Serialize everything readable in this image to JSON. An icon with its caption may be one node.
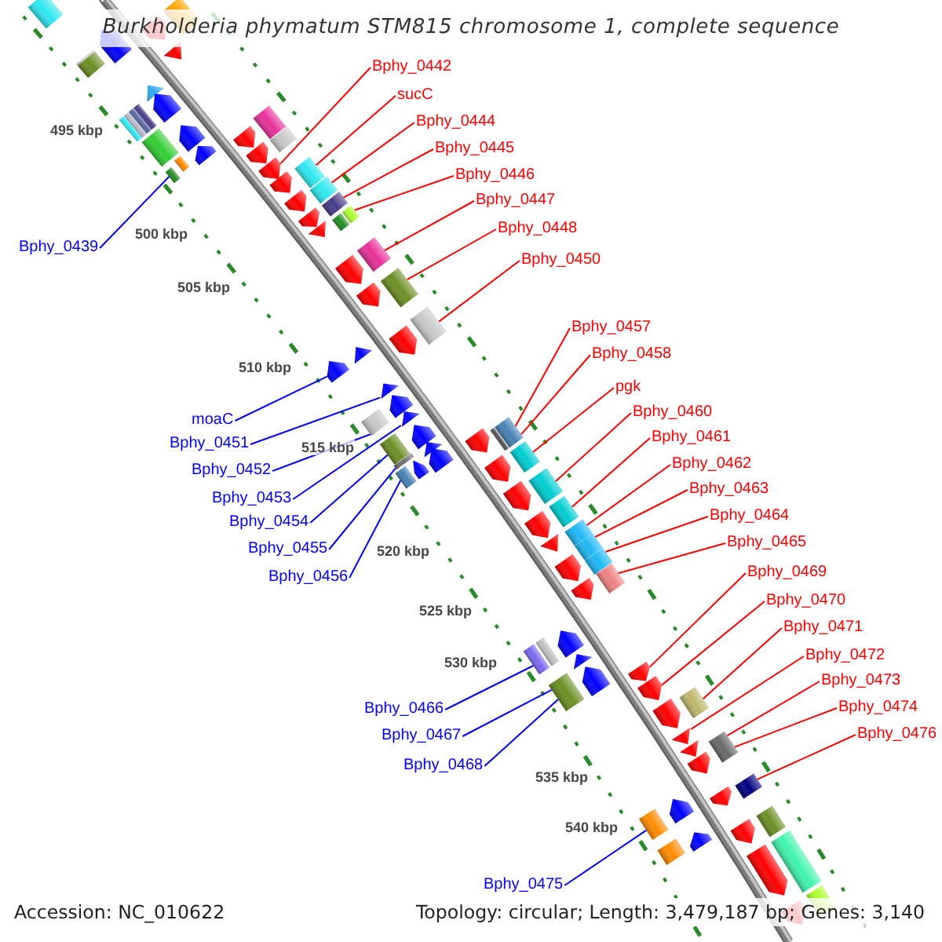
{
  "diagram": {
    "title": "Burkholderia phymatum STM815 chromosome 1, complete sequence",
    "nodes": [
      {
        "text": [
          "Bphy_0442"
        ]
      },
      {
        "text": [
          "sucC"
        ]
      },
      {
        "text": [
          "Bphy_0444"
        ]
      },
      {
        "text": [
          "Bphy_0445"
        ]
      },
      {
        "text": [
          "Bphy_0446"
        ]
      },
      {
        "text": [
          "Bphy_0447"
        ]
      },
      {
        "text": [
          "Bphy_0448"
        ]
      },
      {
        "text": [
          "Bphy_0439"
        ]
      },
      {
        "text": [
          "Bphy_0450"
        ]
      },
      {
        "text": [
          "Bphy_0457"
        ]
      },
      {
        "text": [
          "Bphy_0458"
        ]
      },
      {
        "text": [
          "pgk"
        ]
      },
      {
        "text": [
          "Bphy_0460"
        ]
      },
      {
        "text": [
          "moaC"
        ]
      },
      {
        "text": [
          "Bphy_0461"
        ]
      },
      {
        "text": [
          "Bphy_0451"
        ]
      },
      {
        "text": [
          "Bphy_0462"
        ]
      },
      {
        "text": [
          "Bphy_0452"
        ]
      },
      {
        "text": [
          "Bphy_0463"
        ]
      },
      {
        "text": [
          "Bphy_0453"
        ]
      },
      {
        "text": [
          "Bphy_0464"
        ]
      },
      {
        "text": [
          "Bphy_0454"
        ]
      },
      {
        "text": [
          "Bphy_0465"
        ]
      },
      {
        "text": [
          "Bphy_0455"
        ]
      },
      {
        "text": [
          "Bphy_0469"
        ]
      },
      {
        "text": [
          "Bphy_0456"
        ]
      },
      {
        "text": [
          "Bphy_0470"
        ]
      },
      {
        "text": [
          "Bphy_0471"
        ]
      },
      {
        "text": [
          "Bphy_0472"
        ]
      },
      {
        "text": [
          "Bphy_0473"
        ]
      },
      {
        "text": [
          "Bphy_0474"
        ]
      },
      {
        "text": [
          "Bphy_0466"
        ]
      },
      {
        "text": [
          "Bphy_0476"
        ]
      },
      {
        "text": [
          "Bphy_0467"
        ]
      },
      {
        "text": [
          "Bphy_0468"
        ]
      },
      {
        "text": [
          "Bphy_0475"
        ]
      },
      {
        "text": [],
        "shape": "box"
      },
      {
        "text": [],
        "shape": "box"
      },
      {
        "text": [],
        "shape": "pentagon"
      },
      {
        "text": [],
        "shape": "pentagon"
      },
      {
        "text": [],
        "shape": "triangle"
      },
      {
        "text": [],
        "shape": "box"
      },
      {
        "text": [],
        "shape": "box"
      },
      {
        "text": [],
        "shape": "triangle"
      },
      {
        "text": [],
        "shape": "pentagon"
      },
      {
        "text": [],
        "shape": "box"
      },
      {
        "text": [],
        "shape": "box"
      },
      {
        "text": [],
        "shape": "box"
      },
      {
        "text": [],
        "shape": "box"
      },
      {
        "text": [],
        "shape": "box"
      },
      {
        "text": [],
        "shape": "pentagon"
      },
      {
        "text": [],
        "shape": "pentagon"
      },
      {
        "text": [],
        "shape": "box"
      },
      {
        "text": [],
        "shape": "box"
      },
      {
        "text": [],
        "shape": "pentagon"
      },
      {
        "text": [],
        "shape": "pentagon"
      },
      {
        "text": [],
        "shape": "box"
      },
      {
        "text": [],
        "shape": "box"
      },
      {
        "text": [],
        "shape": "pentagon"
      },
      {
        "text": [],
        "shape": "box"
      },
      {
        "text": [],
        "shape": "pentagon"
      },
      {
        "text": [],
        "shape": "box"
      },
      {
        "text": [],
        "shape": "pentagon"
      },
      {
        "text": [],
        "shape": "box"
      },
      {
        "text": [],
        "shape": "box"
      },
      {
        "text": [],
        "shape": "box"
      },
      {
        "text": [],
        "shape": "pentagon"
      },
      {
        "text": [],
        "shape": "triangle"
      },
      {
        "text": [],
        "shape": "box"
      },
      {
        "text": [],
        "shape": "pentagon"
      },
      {
        "text": [],
        "shape": "box"
      },
      {
        "text": [],
        "shape": "pentagon"
      },
      {
        "text": [],
        "shape": "box"
      },
      {
        "text": [],
        "shape": "pentagon"
      },
      {
        "text": [],
        "shape": "triangle"
      },
      {
        "text": [],
        "shape": "pentagon"
      },
      {
        "text": [],
        "shape": "triangle"
      },
      {
        "text": [],
        "shape": "pentagon"
      },
      {
        "text": [],
        "shape": "triangle"
      },
      {
        "text": [],
        "shape": "box"
      },
      {
        "text": [],
        "shape": "pentagon"
      },
      {
        "text": [],
        "shape": "box"
      },
      {
        "text": [],
        "shape": "box"
      },
      {
        "text": [],
        "shape": "pentagon"
      },
      {
        "text": [],
        "shape": "triangle"
      },
      {
        "text": [],
        "shape": "box"
      },
      {
        "text": [],
        "shape": "pentagon"
      },
      {
        "text": [],
        "shape": "box"
      },
      {
        "text": [],
        "shape": "box"
      },
      {
        "text": [],
        "shape": "pentagon"
      },
      {
        "text": [],
        "shape": "box"
      },
      {
        "text": [],
        "shape": "pentagon"
      },
      {
        "text": [],
        "shape": "box"
      },
      {
        "text": [],
        "shape": "pentagon"
      },
      {
        "text": [],
        "shape": "box"
      },
      {
        "text": [],
        "shape": "pentagon"
      },
      {
        "text": [],
        "shape": "box"
      },
      {
        "text": [],
        "shape": "triangle"
      },
      {
        "text": [],
        "shape": "box"
      },
      {
        "text": [],
        "shape": "box"
      },
      {
        "text": [],
        "shape": "pentagon"
      },
      {
        "text": [],
        "shape": "box"
      },
      {
        "text": [],
        "shape": "pentagon"
      },
      {
        "text": [],
        "shape": "pentagon"
      },
      {
        "text": [],
        "shape": "box"
      },
      {
        "text": [],
        "shape": "box"
      },
      {
        "text": [],
        "shape": "triangle"
      },
      {
        "text": [],
        "shape": "pentagon"
      },
      {
        "text": [],
        "shape": "pentagon"
      },
      {
        "text": [],
        "shape": "box"
      },
      {
        "text": [],
        "shape": "pentagon"
      },
      {
        "text": [],
        "shape": "box"
      },
      {
        "text": [],
        "shape": "pentagon"
      },
      {
        "text": [],
        "shape": "triangle"
      },
      {
        "text": [],
        "shape": "box"
      },
      {
        "text": [],
        "shape": "triangle"
      },
      {
        "text": [],
        "shape": "pentagon"
      },
      {
        "text": [],
        "shape": "box"
      },
      {
        "text": [],
        "shape": "pentagon"
      },
      {
        "text": [],
        "shape": "pentagon"
      },
      {
        "text": [],
        "shape": "box"
      },
      {
        "text": [],
        "shape": "box"
      },
      {
        "text": [],
        "shape": "pentagon"
      },
      {
        "text": [],
        "shape": "pentagon"
      },
      {
        "text": [],
        "shape": "box"
      },
      {
        "text": [],
        "shape": "box"
      },
      {
        "text": [],
        "shape": "pentagon"
      },
      {
        "text": [],
        "shape": "box"
      },
      {
        "text": [],
        "shape": "pentagon"
      }
    ],
    "edges": [
      {
        "from": 0,
        "to": 58,
        "arrow": "none"
      },
      {
        "from": 1,
        "to": 59,
        "arrow": "none"
      },
      {
        "from": 2,
        "to": 61,
        "arrow": "none"
      },
      {
        "from": 3,
        "to": 63,
        "arrow": "none"
      },
      {
        "from": 4,
        "to": 65,
        "arrow": "none"
      },
      {
        "from": 5,
        "to": 68,
        "arrow": "none"
      },
      {
        "from": 6,
        "to": 70,
        "arrow": "none"
      },
      {
        "from": 7,
        "to": 57,
        "arrow": "none",
        "color": "#0000ff"
      },
      {
        "from": 8,
        "to": 72,
        "arrow": "none"
      },
      {
        "from": 9,
        "to": 81,
        "arrow": "none"
      },
      {
        "from": 10,
        "to": 81,
        "arrow": "none"
      },
      {
        "from": 11,
        "to": 87,
        "arrow": "none"
      },
      {
        "from": 12,
        "to": 92,
        "arrow": "none"
      },
      {
        "from": 13,
        "to": 75,
        "arrow": "none",
        "color": "#0000ff"
      },
      {
        "from": 14,
        "to": 94,
        "arrow": "none"
      },
      {
        "from": 15,
        "to": 76,
        "arrow": "none",
        "color": "#0000ff"
      },
      {
        "from": 16,
        "to": 96,
        "arrow": "none"
      },
      {
        "from": 17,
        "to": 79,
        "arrow": "none",
        "color": "#0000ff"
      },
      {
        "from": 18,
        "to": 98,
        "arrow": "none"
      },
      {
        "from": 19,
        "to": 78,
        "arrow": "none",
        "color": "#0000ff"
      },
      {
        "from": 20,
        "to": 99,
        "arrow": "none"
      },
      {
        "from": 21,
        "to": 85,
        "arrow": "none",
        "color": "#0000ff"
      },
      {
        "from": 22,
        "to": 101,
        "arrow": "none"
      },
      {
        "from": 23,
        "to": 88,
        "arrow": "none",
        "color": "#0000ff"
      },
      {
        "from": 24,
        "to": 107,
        "arrow": "none"
      },
      {
        "from": 25,
        "to": 90,
        "arrow": "none",
        "color": "#0000ff"
      },
      {
        "from": 26,
        "to": 110,
        "arrow": "none"
      },
      {
        "from": 27,
        "to": 111,
        "arrow": "none"
      },
      {
        "from": 28,
        "to": 113,
        "arrow": "none"
      },
      {
        "from": 29,
        "to": 114,
        "arrow": "none"
      },
      {
        "from": 30,
        "to": 114,
        "arrow": "none"
      },
      {
        "from": 31,
        "to": 104,
        "arrow": "none",
        "color": "#0000ff"
      },
      {
        "from": 32,
        "to": 117,
        "arrow": "none"
      },
      {
        "from": 33,
        "to": 109,
        "arrow": "none",
        "color": "#0000ff"
      },
      {
        "from": 34,
        "to": 109,
        "arrow": "none",
        "color": "#0000ff"
      },
      {
        "from": 35,
        "to": 121,
        "arrow": "none",
        "color": "#0000ff"
      }
    ],
    "labels": [
      "495 kbp",
      "500 kbp",
      "505 kbp",
      "510 kbp",
      "515 kbp",
      "520 kbp",
      "525 kbp",
      "530 kbp",
      "535 kbp",
      "540 kbp",
      "Accession: NC_010622",
      "Topology: circular; Length: 3,479,187 bp; Genes: 3,140"
    ]
  }
}
